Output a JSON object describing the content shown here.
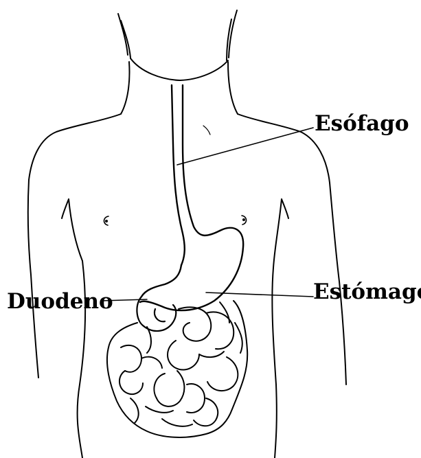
{
  "labels": {
    "esofago": "Esófago",
    "duodeno": "Duodeno",
    "estomago": "Estómago"
  }
}
